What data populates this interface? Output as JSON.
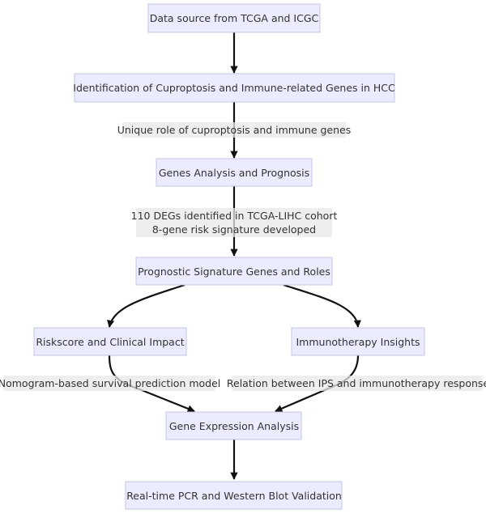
{
  "diagram": {
    "type": "flowchart",
    "direction": "top-down",
    "colors": {
      "node_fill": "#ececff",
      "node_border": "#c4c4e4",
      "edge": "#111111",
      "label_bg": "#e8e8e8",
      "text": "#333333"
    },
    "nodes": [
      {
        "id": "n1",
        "label": "Data source from TCGA and ICGC"
      },
      {
        "id": "n2",
        "label": "Identification of Cuproptosis and Immune-related Genes in HCC"
      },
      {
        "id": "n3",
        "label": "Genes Analysis and Prognosis"
      },
      {
        "id": "n4",
        "label": "Prognostic Signature Genes and Roles"
      },
      {
        "id": "n5",
        "label": "Riskscore and Clinical Impact"
      },
      {
        "id": "n6",
        "label": "Immunotherapy Insights"
      },
      {
        "id": "n7",
        "label": "Gene Expression Analysis"
      },
      {
        "id": "n8",
        "label": "Real-time PCR and Western Blot Validation"
      }
    ],
    "edges": [
      {
        "from": "n1",
        "to": "n2",
        "label_lines": []
      },
      {
        "from": "n2",
        "to": "n3",
        "label_lines": [
          "Unique role of cuproptosis and immune genes"
        ]
      },
      {
        "from": "n3",
        "to": "n4",
        "label_lines": [
          "110 DEGs identified in TCGA-LIHC cohort",
          "8-gene risk signature developed"
        ]
      },
      {
        "from": "n4",
        "to": "n5",
        "label_lines": []
      },
      {
        "from": "n4",
        "to": "n6",
        "label_lines": []
      },
      {
        "from": "n5",
        "to": "n7",
        "label_lines": [
          "Nomogram-based survival prediction model"
        ]
      },
      {
        "from": "n6",
        "to": "n7",
        "label_lines": [
          "Relation between IPS and immunotherapy response"
        ]
      },
      {
        "from": "n7",
        "to": "n8",
        "label_lines": []
      }
    ]
  }
}
